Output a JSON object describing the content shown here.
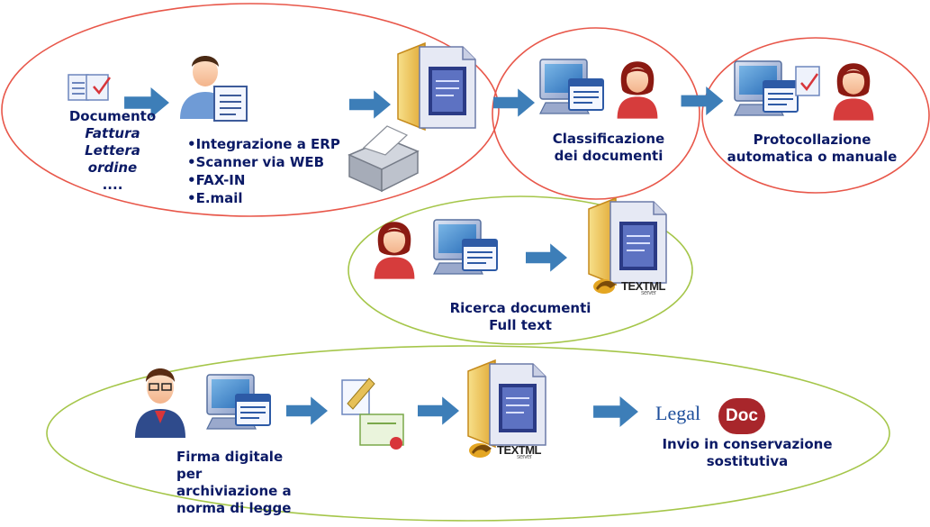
{
  "stage_capture": {
    "document_label": "Documento",
    "document_types": [
      "Fattura",
      "Lettera",
      "ordine",
      "...."
    ],
    "inputs": [
      "Integrazione a ERP",
      "Scanner via WEB",
      "FAX-IN",
      "E.mail"
    ]
  },
  "stage_classify": {
    "line1": "Classificazione",
    "line2": "dei documenti"
  },
  "stage_protocol": {
    "line1": "Protocollazione",
    "line2": "automatica o manuale"
  },
  "stage_search": {
    "line1": "Ricerca documenti",
    "line2": "Full text"
  },
  "stage_sign": {
    "line1": "Firma digitale",
    "line2": "per",
    "line3": "archiviazione a",
    "line4": "norma di legge"
  },
  "stage_preserve": {
    "line1": "Invio in conservazione",
    "line2": "sostitutiva"
  },
  "textml_logo": {
    "text": "TEXTML",
    "sub": "server"
  },
  "legaldoc_logo": {
    "legal": "Legal",
    "doc": "Doc"
  },
  "colors": {
    "red_ellipse": "#e8574a",
    "green_ellipse": "#a5c64a",
    "arrow": "#3d7eb8",
    "label": "#0b1a66"
  }
}
